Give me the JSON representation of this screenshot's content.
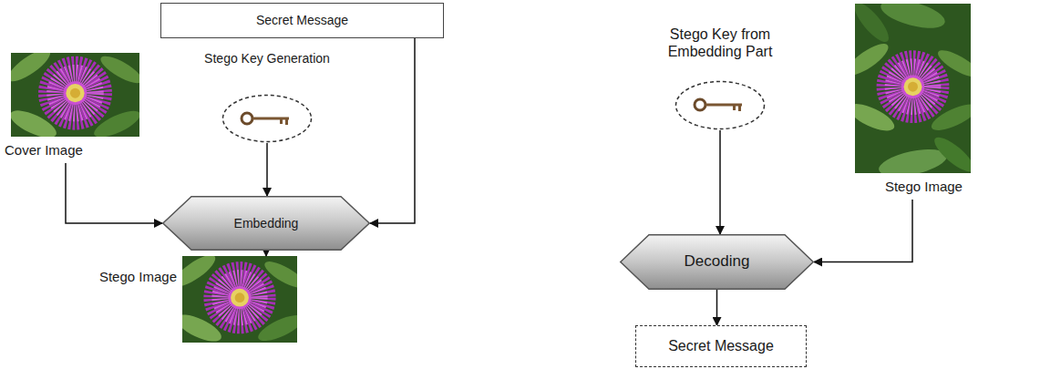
{
  "diagram": {
    "nodes": [
      {
        "text": [
          "Secret Message"
        ]
      },
      {
        "text": [
          "Cover Image"
        ]
      },
      {
        "text": [
          "Stego Key Generation"
        ]
      },
      {
        "text": [
          "Embedding"
        ]
      },
      {
        "text": [
          "Stego Image"
        ]
      },
      {
        "text": [
          "Stego Key from Embedding Part"
        ]
      },
      {
        "text": [
          "Stego Image"
        ]
      },
      {
        "text": [
          "Decoding"
        ]
      },
      {
        "text": [
          "Secret Message"
        ]
      }
    ],
    "edges": [
      {
        "from": 0,
        "to": 3,
        "arrow": "to"
      },
      {
        "from": 1,
        "to": 3,
        "arrow": "to"
      },
      {
        "from": 2,
        "to": 3,
        "arrow": "to"
      },
      {
        "from": 3,
        "to": 4,
        "arrow": "to"
      },
      {
        "from": 5,
        "to": 7,
        "arrow": "to"
      },
      {
        "from": 6,
        "to": 7,
        "arrow": "to"
      },
      {
        "from": 7,
        "to": 8,
        "arrow": "to"
      }
    ]
  }
}
